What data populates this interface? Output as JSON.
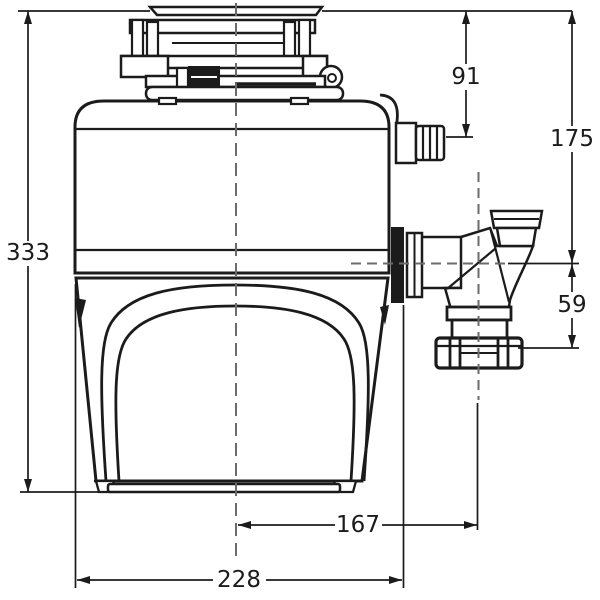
{
  "drawing": {
    "type": "technical-dimension-drawing",
    "subject": "food-waste-disposer-side-view",
    "dimensions": {
      "overall_height": "333",
      "top_to_dishwasher_inlet": "91",
      "top_to_outlet_centerline": "175",
      "outlet_to_trap_connection": "59",
      "centerline_to_outlet_offset": "167",
      "overall_width": "228"
    },
    "colors": {
      "line": "#1b1b1b",
      "centerline": "#6b6b6b",
      "background": "#ffffff"
    }
  }
}
